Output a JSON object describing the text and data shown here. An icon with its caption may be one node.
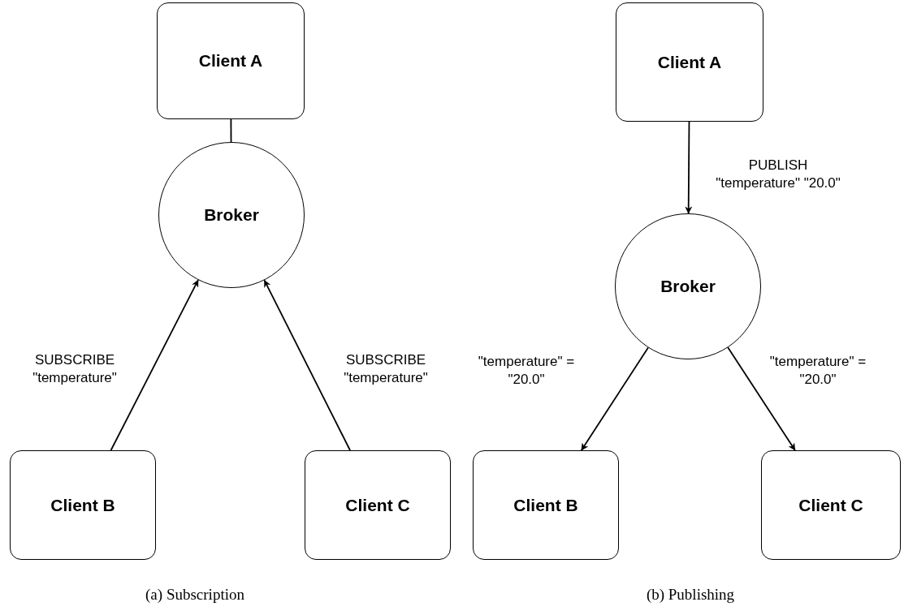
{
  "diagram": {
    "nodes": [
      {
        "text": [
          "Client A"
        ]
      },
      {
        "text": [
          "Broker"
        ]
      },
      {
        "text": [
          "Client B"
        ]
      },
      {
        "text": [
          "Client C"
        ]
      },
      {
        "text": [
          "Client A"
        ]
      },
      {
        "text": [
          "Broker"
        ]
      },
      {
        "text": [
          "Client B"
        ]
      },
      {
        "text": [
          "Client C"
        ]
      }
    ],
    "edges": [
      {
        "from": 0,
        "to": 1,
        "arrow": "none"
      },
      {
        "from": 2,
        "to": 1,
        "arrow": "to",
        "label": "SUBSCRIBE \"temperature\""
      },
      {
        "from": 3,
        "to": 1,
        "arrow": "to",
        "label": "SUBSCRIBE \"temperature\""
      },
      {
        "from": 4,
        "to": 5,
        "arrow": "to",
        "label": "PUBLISH \"temperature\" \"20.0\""
      },
      {
        "from": 5,
        "to": 6,
        "arrow": "to",
        "label": "\"temperature\" = \"20.0\""
      },
      {
        "from": 5,
        "to": 7,
        "arrow": "to",
        "label": "\"temperature\" = \"20.0\""
      }
    ],
    "labels": [
      "(a) Subscription",
      "(b) Publishing"
    ]
  }
}
